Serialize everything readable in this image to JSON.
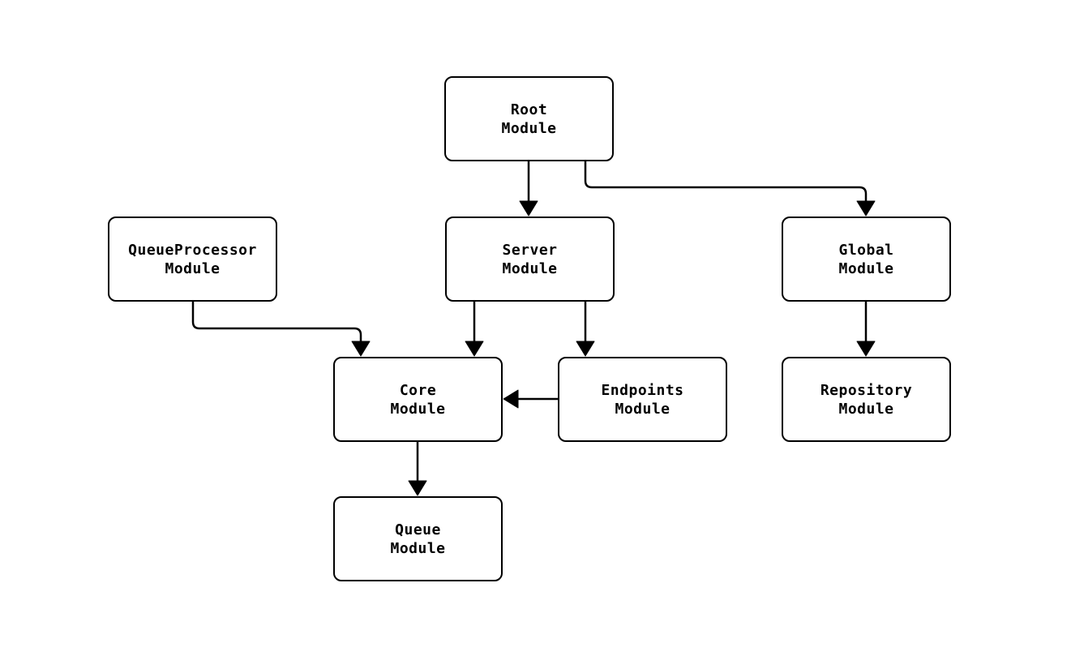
{
  "diagram": {
    "type": "flowchart",
    "colors": {
      "node_fill": "#ffffff",
      "node_border": "#000000",
      "edge_stroke": "#000000",
      "text": "#000000",
      "background": "#ffffff"
    },
    "nodes": [
      {
        "id": "root",
        "line1": "Root",
        "line2": "Module"
      },
      {
        "id": "queueprocessor",
        "line1": "QueueProcessor",
        "line2": "Module"
      },
      {
        "id": "server",
        "line1": "Server",
        "line2": "Module"
      },
      {
        "id": "global",
        "line1": "Global",
        "line2": "Module"
      },
      {
        "id": "core",
        "line1": "Core",
        "line2": "Module"
      },
      {
        "id": "endpoints",
        "line1": "Endpoints",
        "line2": "Module"
      },
      {
        "id": "repository",
        "line1": "Repository",
        "line2": "Module"
      },
      {
        "id": "queue",
        "line1": "Queue",
        "line2": "Module"
      }
    ],
    "edges": [
      {
        "from": "Root Module",
        "to": "Server Module"
      },
      {
        "from": "Root Module",
        "to": "Global Module"
      },
      {
        "from": "QueueProcessor Module",
        "to": "Core Module"
      },
      {
        "from": "Server Module",
        "to": "Core Module"
      },
      {
        "from": "Server Module",
        "to": "Endpoints Module"
      },
      {
        "from": "Endpoints Module",
        "to": "Core Module"
      },
      {
        "from": "Core Module",
        "to": "Queue Module"
      },
      {
        "from": "Global Module",
        "to": "Repository Module"
      }
    ]
  }
}
